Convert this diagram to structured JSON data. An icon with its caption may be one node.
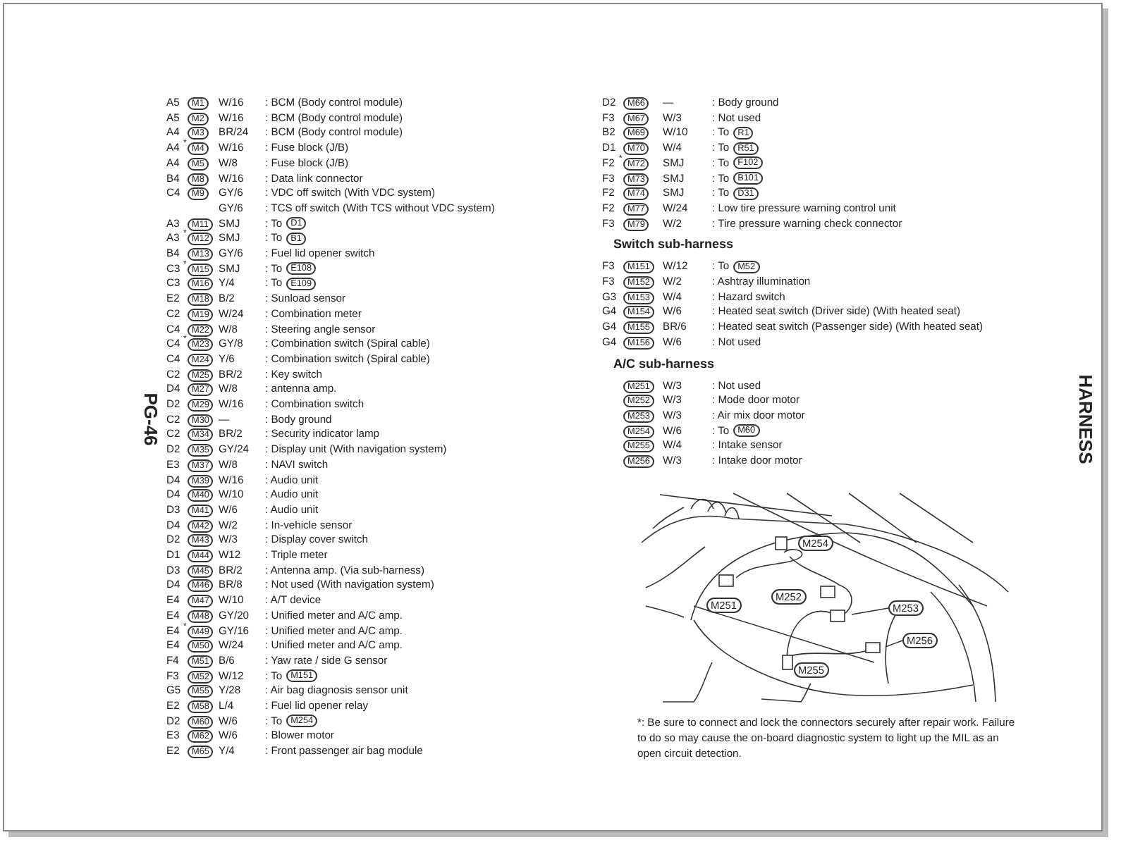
{
  "diagram": {
    "nodes": [
      {
        "text": [
          "M254"
        ]
      },
      {
        "text": [
          "M252"
        ]
      },
      {
        "text": [
          "M251"
        ]
      },
      {
        "text": [
          "M253"
        ]
      },
      {
        "text": [
          "M256"
        ]
      },
      {
        "text": [
          "M255"
        ]
      }
    ],
    "edges": [
      {
        "from": 3,
        "to": null,
        "arrow": "none"
      },
      {
        "from": 4,
        "to": null,
        "arrow": "none"
      }
    ],
    "labels": [
      "PG-46",
      "A5",
      "M1",
      "W/16",
      ": BCM (Body control module)",
      "A5",
      "M2",
      "W/16",
      ": BCM (Body control module)",
      "A4",
      "M3",
      "BR/24",
      ": BCM (Body control module)",
      "A4",
      "*",
      "M4",
      "W/16",
      ": Fuse block (J/B)",
      "A4",
      "M5",
      "W/8",
      ": Fuse block (J/B)",
      "B4",
      "M8",
      "W/16",
      ": Data link connector",
      "C4",
      "M9",
      "GY/6",
      ": VDC off switch (With VDC system)",
      "GY/6",
      ": TCS off switch (With TCS without VDC system)",
      "A3",
      "M11",
      "SMJ",
      ": To",
      "D1",
      "A3",
      "*",
      "M12",
      "SMJ",
      ": To",
      "B1",
      "B4",
      "M13",
      "GY/6",
      ": Fuel lid opener switch",
      "C3",
      "*",
      "M15",
      "SMJ",
      ": To",
      "E108",
      "C3",
      "M16",
      "Y/4",
      ": To",
      "E109",
      "E2",
      "M18",
      "B/2",
      ": Sunload sensor",
      "C2",
      "M19",
      "W/24",
      ": Combination meter",
      "C4",
      "M22",
      "W/8",
      ": Steering angle sensor",
      "C4",
      "*",
      "M23",
      "GY/8",
      ": Combination switch (Spiral cable)",
      "C4",
      "M24",
      "Y/6",
      ": Combination switch (Spiral cable)",
      "C2",
      "M25",
      "BR/2",
      ": Key switch",
      "D4",
      "M27",
      "W/8",
      ": antenna amp.",
      "D2",
      "M29",
      "W/16",
      ": Combination switch",
      "C2",
      "M30",
      "—",
      ": Body ground",
      "C2",
      "M34",
      "BR/2",
      ": Security indicator lamp",
      "D2",
      "M35",
      "GY/24",
      ": Display unit (With navigation system)",
      "E3",
      "M37",
      "W/8",
      ": NAVI switch",
      "D4",
      "M39",
      "W/16",
      ": Audio unit",
      "D4",
      "M40",
      "W/10",
      ": Audio unit",
      "D3",
      "M41",
      "W/6",
      ": Audio unit",
      "D4",
      "M42",
      "W/2",
      ": In-vehicle sensor",
      "D2",
      "M43",
      "W/3",
      ": Display cover switch",
      "D1",
      "M44",
      "W12",
      ": Triple meter",
      "D3",
      "M45",
      "BR/2",
      ": Antenna amp. (Via sub-harness)",
      "D4",
      "M46",
      "BR/8",
      ": Not used (With navigation system)",
      "E4",
      "M47",
      "W/10",
      ": A/T device",
      "E4",
      "M48",
      "GY/20",
      ": Unified meter and A/C amp.",
      "E4",
      "*",
      "M49",
      "GY/16",
      ": Unified meter and A/C amp.",
      "E4",
      "M50",
      "W/24",
      ": Unified meter and A/C amp.",
      "F4",
      "M51",
      "B/6",
      ": Yaw rate / side G sensor",
      "F3",
      "M52",
      "W/12",
      ": To",
      "M151",
      "G5",
      "M55",
      "Y/28",
      ": Air bag diagnosis sensor unit",
      "E2",
      "M58",
      "L/4",
      ": Fuel lid opener relay",
      "D2",
      "M60",
      "W/6",
      ": To",
      "M254",
      "E3",
      "M62",
      "W/6",
      ": Blower motor",
      "E2",
      "M65",
      "Y/4",
      ": Front passenger air bag module",
      "D2",
      "M66",
      "—",
      ": Body ground",
      "F3",
      "M67",
      "W/3",
      ": Not used",
      "B2",
      "M69",
      "W/10",
      ": To",
      "R1",
      "D1",
      "M70",
      "W/4",
      ": To",
      "R51",
      "F2",
      "*",
      "M72",
      "SMJ",
      ": To",
      "F102",
      "F3",
      "M73",
      "SMJ",
      ": To",
      "B101",
      "F2",
      "M74",
      "SMJ",
      ": To",
      "D31",
      "F2",
      "M77",
      "W/24",
      ": Low tire pressure warning control unit",
      "F3",
      "M79",
      "W/2",
      ": Tire pressure warning check connector",
      "Switch sub-harness",
      "F3",
      "M151",
      "W/12",
      ": To",
      "M52",
      "F3",
      "M152",
      "W/2",
      ": Ashtray illumination",
      "G3",
      "M153",
      "W/4",
      ": Hazard switch",
      "G4",
      "M154",
      "W/6",
      ": Heated seat switch (Driver side) (With heated seat)",
      "G4",
      "M155",
      "BR/6",
      ": Heated seat switch (Passenger side) (With heated seat)",
      "G4",
      "M156",
      "W/6",
      ": Not used",
      "A/C sub-harness",
      "M251",
      "W/3",
      ": Not used",
      "M252",
      "W/3",
      ": Mode door motor",
      "M253",
      "W/3",
      ": Air mix door motor",
      "M254",
      "W/6",
      ": To",
      "M60",
      "M255",
      "W/4",
      ": Intake sensor",
      "M256",
      "W/3",
      ": Intake door motor",
      "*: Be sure to connect and lock the connectors securely after repair work. Failure to do so may cause the on-board diagnostic system to light up the MIL as an open circuit detection.",
      "HARNESS"
    ]
  }
}
